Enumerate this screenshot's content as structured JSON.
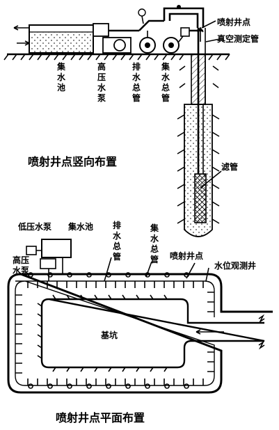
{
  "elevation": {
    "title": "喷射井点竖向布置",
    "labels": {
      "jishuichi": "集水池",
      "gaoya_shuibeng": "高压水泵",
      "paishui_zongguan": "排水总管",
      "jishui_zongguan": "集水总管",
      "penshe_jingdian": "喷射井点",
      "zhenkong_ceding_guan": "真空测定管",
      "lvguan": "滤管"
    }
  },
  "plan": {
    "title": "喷射井点平面布置",
    "labels": {
      "diya_shuibeng": "低压水泵",
      "jishuichi": "集水池",
      "gaoya_shuibeng": "高压水泵",
      "paishui_zongguan": "排水总管",
      "jishui_zongguan": "集水总管",
      "penshe_jingdian": "喷射井点",
      "shuiwei_guance_jing": "水位观测井",
      "jikeng": "基坑"
    }
  }
}
